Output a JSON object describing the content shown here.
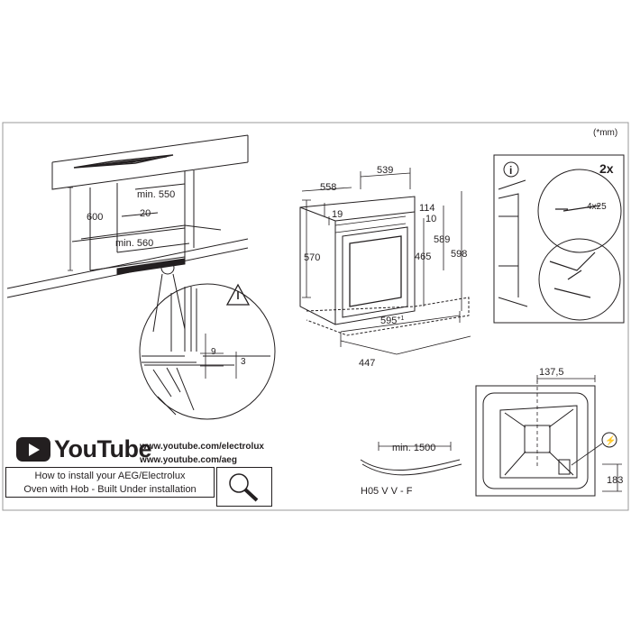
{
  "unit_note": "(*mm)",
  "cabinet": {
    "h600": "600",
    "min550": "min. 550",
    "d20": "20",
    "min560": "min. 560"
  },
  "detail": {
    "d9": "9",
    "d3": "3"
  },
  "oven": {
    "w539": "539",
    "w558": "558",
    "d19": "19",
    "d114": "114",
    "d10": "10",
    "h570": "570",
    "h465": "465",
    "h589": "589",
    "h598": "598",
    "w595": "595",
    "w595_tol": "+1",
    "d447": "447"
  },
  "screw": {
    "qty": "2x",
    "size": "4x25",
    "info": "i"
  },
  "cable": {
    "min1500": "min. 1500",
    "type": "H05 V V - F"
  },
  "hob": {
    "d137": "137,5",
    "d183": "183"
  },
  "youtube": {
    "word": "YouTube",
    "url1": "www.youtube.com/electrolux",
    "url2": "www.youtube.com/aeg",
    "howto_line1": "How to install your AEG/Electrolux",
    "howto_line2": "Oven with Hob - Built Under installation"
  }
}
